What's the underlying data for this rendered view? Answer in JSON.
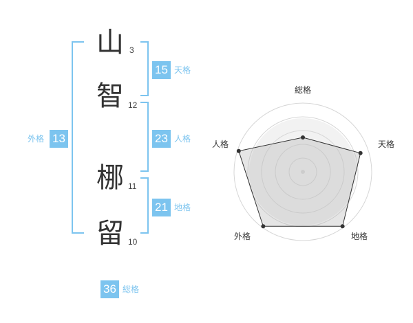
{
  "name_chars": [
    {
      "char": "山",
      "strokes": "3"
    },
    {
      "char": "智",
      "strokes": "12"
    },
    {
      "char": "梛",
      "strokes": "11"
    },
    {
      "char": "留",
      "strokes": "10"
    }
  ],
  "fortunes": {
    "tenkaku": {
      "value": "15",
      "label": "天格"
    },
    "jinkaku": {
      "value": "23",
      "label": "人格"
    },
    "chikaku": {
      "value": "21",
      "label": "地格"
    },
    "gaikaku": {
      "value": "13",
      "label": "外格"
    },
    "soukaku": {
      "value": "36",
      "label": "総格"
    }
  },
  "colors": {
    "accent": "#7cc4ef",
    "radar_fill": "#e8e8e8",
    "radar_line": "#333333"
  },
  "chart_data": {
    "type": "radar",
    "axes": [
      "総格",
      "天格",
      "地格",
      "外格",
      "人格"
    ],
    "values": [
      0.5,
      0.88,
      0.98,
      0.98,
      0.98
    ],
    "max": 1
  }
}
